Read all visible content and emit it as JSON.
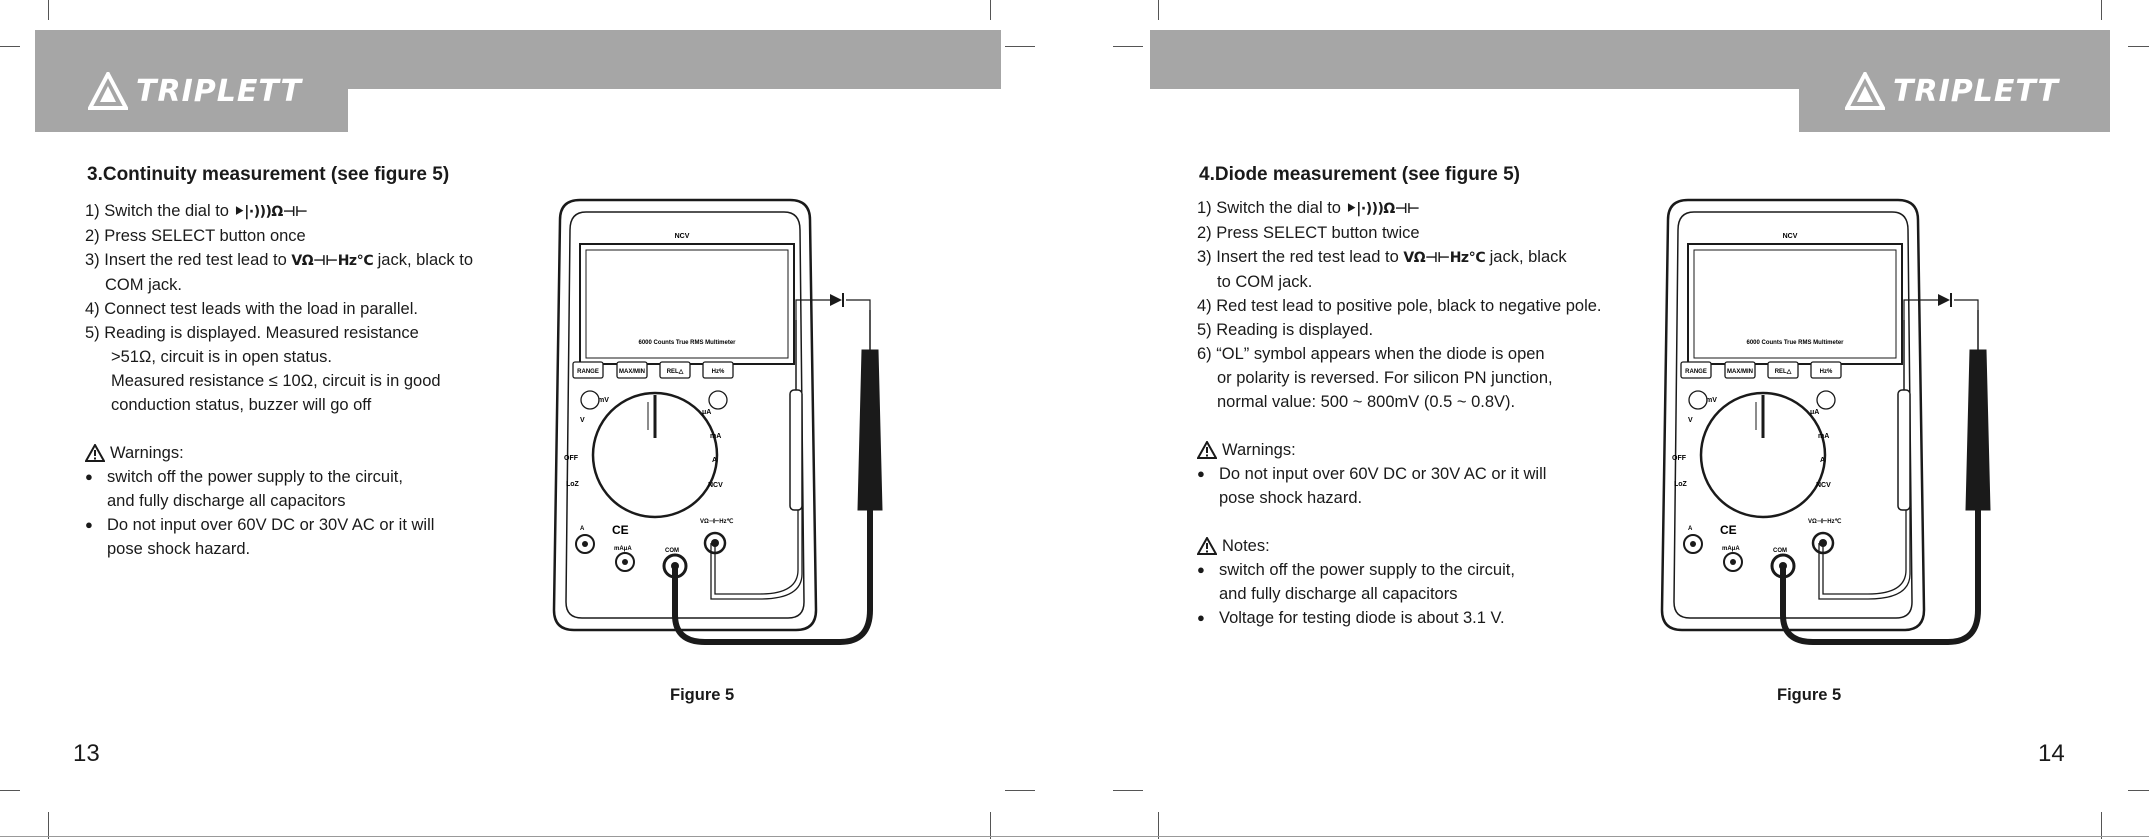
{
  "brand": "TRIPLETT",
  "left": {
    "title": "3.Continuity measurement (see figure 5)",
    "step1": "1) Switch the dial to",
    "dial_symbol": "⯈|·)))Ω⊣⊢",
    "step2": "2) Press SELECT button once",
    "step3a": "3) Insert the red test lead to",
    "jack_symbol": "VΩ⊣⊢Hz℃",
    "step3b": "jack, black to",
    "step3c": "COM jack.",
    "step4": "4) Connect test leads with the load in parallel.",
    "step5": "5) Reading is displayed. Measured resistance",
    "step5b": ">51Ω, circuit is in open status.",
    "step5c": "Measured resistance ≤ 10Ω, circuit is in good",
    "step5d": "conduction status, buzzer will go off",
    "warnings_label": "Warnings:",
    "w1a": "switch off the power supply to the circuit,",
    "w1b": "and fully discharge all capacitors",
    "w2a": "Do not input over 60V DC or 30V AC or it will",
    "w2b": "pose shock hazard.",
    "figure": "Figure 5",
    "page": "13"
  },
  "right": {
    "title": "4.Diode measurement (see figure 5)",
    "step1": "1) Switch the dial to",
    "dial_symbol": "⯈|·)))Ω⊣⊢",
    "step2": "2) Press SELECT button twice",
    "step3a": "3) Insert the red test lead to",
    "jack_symbol": "VΩ⊣⊢Hz℃",
    "step3b": "jack, black",
    "step3c": "to COM jack.",
    "step4": "4) Red test lead to positive pole, black to negative pole.",
    "step5": "5) Reading is displayed.",
    "step6": "6) “OL” symbol appears when the diode is open",
    "step6b": "or polarity is reversed. For silicon PN junction,",
    "step6c": "normal value: 500 ~ 800mV (0.5 ~ 0.8V).",
    "warnings_label": "Warnings:",
    "w1a": "Do not input over 60V DC or 30V AC or it will",
    "w1b": "pose shock hazard.",
    "notes_label": "Notes:",
    "n1a": "switch off the power supply to the circuit,",
    "n1b": "and fully discharge all capacitors",
    "n2": "Voltage for testing diode is about 3.1 V.",
    "figure": "Figure 5",
    "page": "14"
  },
  "meter": {
    "model": "6000 Counts True RMS Multimeter",
    "ncv": "NCV",
    "btn_range": "RANGE",
    "btn_maxmin": "MAX/MIN",
    "btn_rel": "REL△",
    "btn_hz": "Hz%",
    "dial_v": "V",
    "dial_mv": "mV",
    "dial_off": "OFF",
    "dial_lozv": "LoZ",
    "dial_ua": "μA",
    "dial_ma": "mA",
    "dial_a": "A",
    "dial_ncv": "NCV",
    "jack_a": "A",
    "jack_ma": "mAμA",
    "jack_com": "COM",
    "jack_v": "VΩ⊣⊢Hz℃",
    "ce": "CE"
  }
}
